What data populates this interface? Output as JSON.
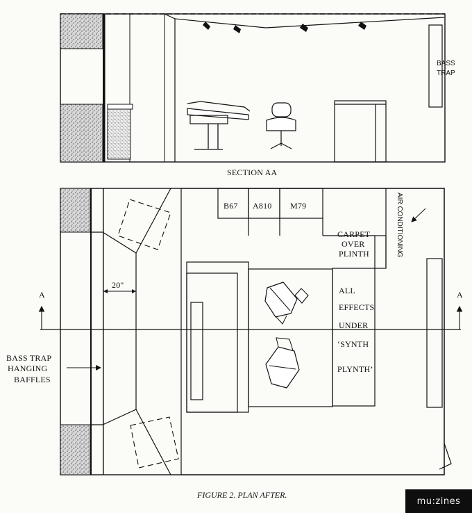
{
  "colors": {
    "ink": "#111111",
    "paper": "#fbfbf7",
    "watermark_bg": "#0e0e0e",
    "watermark_text": "#f1f1f1"
  },
  "labels": {
    "section_aa": "SECTION AA",
    "bass_trap_top": [
      "BASS",
      "TRAP"
    ],
    "b67": "B67",
    "a810": "A810",
    "m79": "M79",
    "air_conditioning": "AIR CONDITIONING",
    "carpet_over_plinth": [
      "CARPET",
      "OVER",
      "PLINTH"
    ],
    "all_effects": [
      "ALL",
      "EFFECTS",
      "UNDER",
      "‘SYNTH",
      "PLYNTH’"
    ],
    "dimension": "20\"",
    "a_left": "A",
    "a_right": "A",
    "bass_trap_hanging_baffles": [
      "BASS TRAP",
      "HANGING",
      "BAFFLES"
    ],
    "figure_caption": "FIGURE 2. PLAN AFTER.",
    "watermark": "mu:zines"
  },
  "icons": {
    "chairs": "office-chair-icon",
    "ceiling_lights": "track-light-icon"
  }
}
